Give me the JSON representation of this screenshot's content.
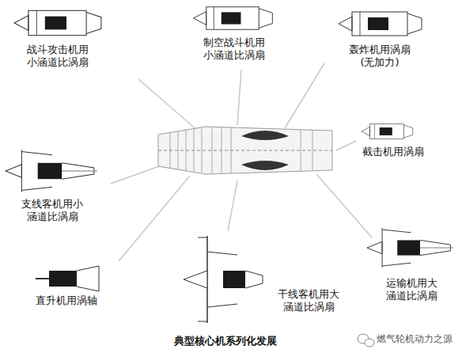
{
  "diagram": {
    "caption": "典型核心机系列化发展",
    "labels": [
      "战斗攻击机用 小涵道比涡扇",
      "制空战斗机用 小涵道比涡扇",
      "轰炸机用涡扇 (无加力)",
      "截击机用涡扇",
      "支线客机用小 涵道比涡扇",
      "直升机用涡轴",
      "干线客机用大 涵道比涡扇",
      "运输机用大 涵道比涡扇",
      "燃气轮机动力之源"
    ]
  }
}
